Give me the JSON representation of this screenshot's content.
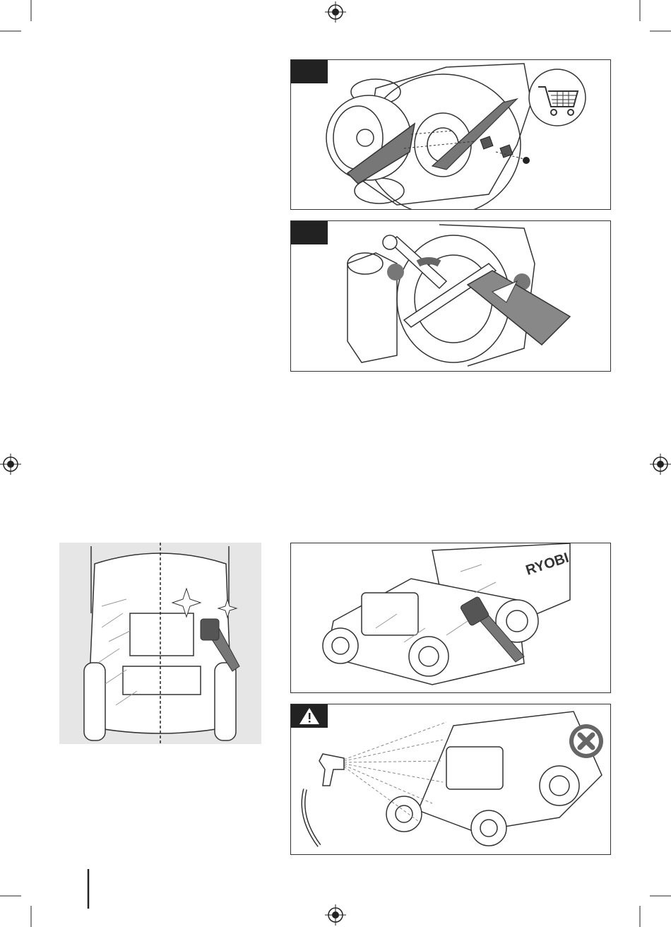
{
  "page": {
    "illustrations": [
      {
        "id": "blade-removal",
        "step_tag": "",
        "inset_icon": "shopping-cart-icon"
      },
      {
        "id": "blade-tighten",
        "step_tag": "",
        "callouts": [
          "",
          ""
        ]
      },
      {
        "id": "underside-clean",
        "note": ""
      },
      {
        "id": "brush-clean",
        "brand_marking": "RYOBI"
      },
      {
        "id": "no-water",
        "warning_icon": "warning-triangle-icon",
        "prohibited_icon": "prohibited-x-icon"
      }
    ],
    "brand": "RYOBI"
  }
}
